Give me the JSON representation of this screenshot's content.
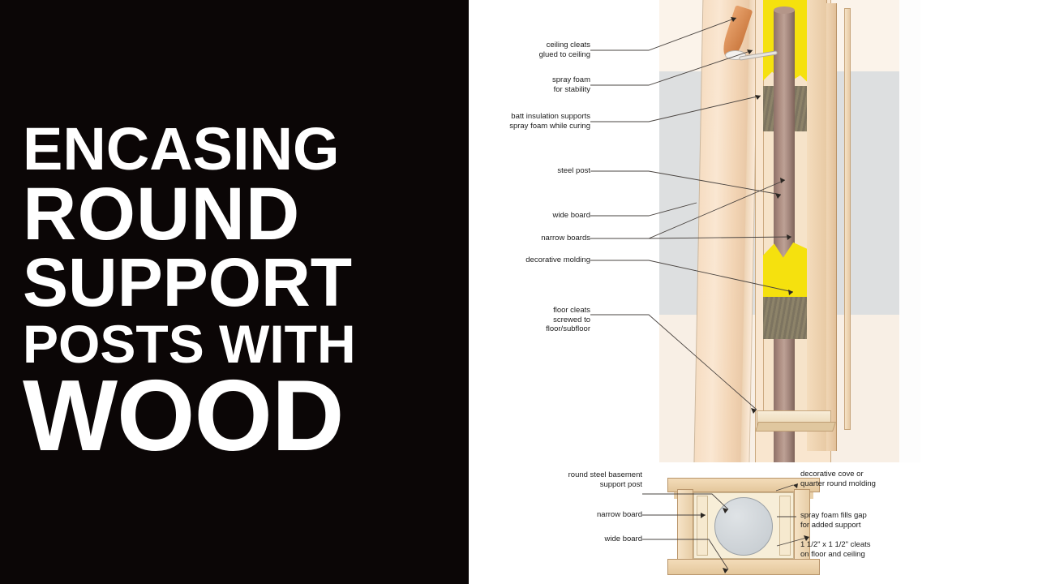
{
  "title": {
    "lines": [
      "ENCASING",
      "ROUND",
      "SUPPORT",
      "POSTS WITH",
      "WOOD"
    ],
    "background_color": "#0b0606",
    "text_color": "#ffffff"
  },
  "illustration": {
    "background_color": "#ffffff",
    "scene_background": "#fbf3ea",
    "wall_gray": "#dddfe0",
    "floor_color": "#f8efe5",
    "wood_color": "#f4ddbe",
    "steel_post_color": "#ad8d81",
    "spray_foam_color": "#f5e10e",
    "batt_insulation_color": "#8b8168",
    "foam_can_color": "#c9763c",
    "cross_section_post_color": "#c9cfd4",
    "upper_labels": [
      {
        "id": "ceiling-cleats",
        "text": "ceiling cleats\nglued to ceiling"
      },
      {
        "id": "spray-foam",
        "text": "spray foam\nfor stability"
      },
      {
        "id": "batt-insulation",
        "text": "batt insulation supports\nspray foam while curing"
      },
      {
        "id": "steel-post",
        "text": "steel post"
      },
      {
        "id": "wide-board",
        "text": "wide board"
      },
      {
        "id": "narrow-boards",
        "text": "narrow boards"
      },
      {
        "id": "decorative-molding",
        "text": "decorative molding"
      },
      {
        "id": "floor-cleats",
        "text": "floor cleats\nscrewed to\nfloor/subfloor"
      }
    ],
    "lower_labels_left": [
      {
        "id": "round-steel-basement-support-post",
        "text": "round steel basement\nsupport post"
      },
      {
        "id": "narrow-board",
        "text": "narrow board"
      },
      {
        "id": "wide-board-lower",
        "text": "wide board"
      }
    ],
    "lower_labels_right": [
      {
        "id": "decorative-cove-molding",
        "text": "decorative cove or\nquarter round molding"
      },
      {
        "id": "spray-foam-gap",
        "text": "spray foam fills gap\nfor added support"
      },
      {
        "id": "cleats-dimension",
        "text": "1 1/2\" x 1 1/2\" cleats\non floor and ceiling"
      }
    ]
  }
}
